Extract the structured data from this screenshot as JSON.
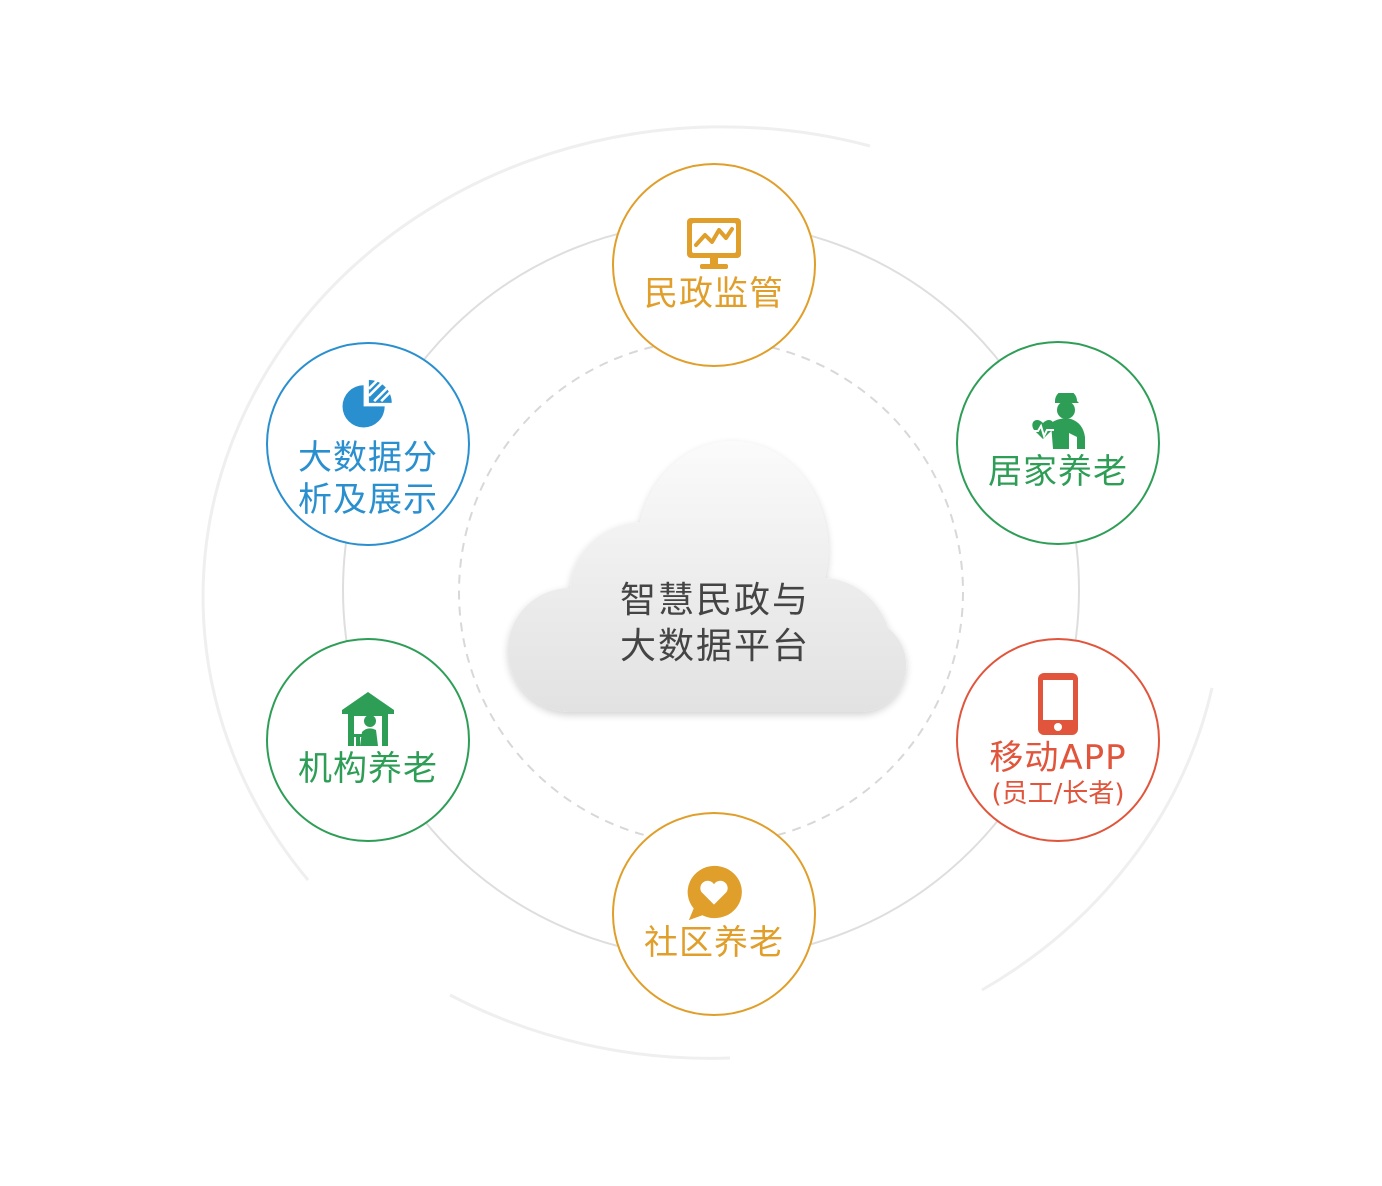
{
  "center": {
    "line1": "智慧民政与",
    "line2": "大数据平台"
  },
  "nodes": [
    {
      "id": "civil-supervision",
      "label": "民政监管",
      "sublabel": "",
      "color": "#e09e2a",
      "icon": "monitor-chart-icon"
    },
    {
      "id": "home-care",
      "label": "居家养老",
      "sublabel": "",
      "color": "#2e9e57",
      "icon": "caregiver-elder-icon"
    },
    {
      "id": "mobile-app",
      "label": "移动APP",
      "sublabel": "(员工/长者)",
      "color": "#e0553b",
      "icon": "smartphone-icon"
    },
    {
      "id": "community-care",
      "label": "社区养老",
      "sublabel": "",
      "color": "#e09e2a",
      "icon": "heart-chat-icon"
    },
    {
      "id": "institution-care",
      "label": "机构养老",
      "sublabel": "",
      "color": "#2e9e57",
      "icon": "house-elder-icon"
    },
    {
      "id": "bigdata",
      "label": "大数据分",
      "sublabel": "析及展示",
      "color": "#2a8fcf",
      "icon": "pie-chart-icon"
    }
  ]
}
